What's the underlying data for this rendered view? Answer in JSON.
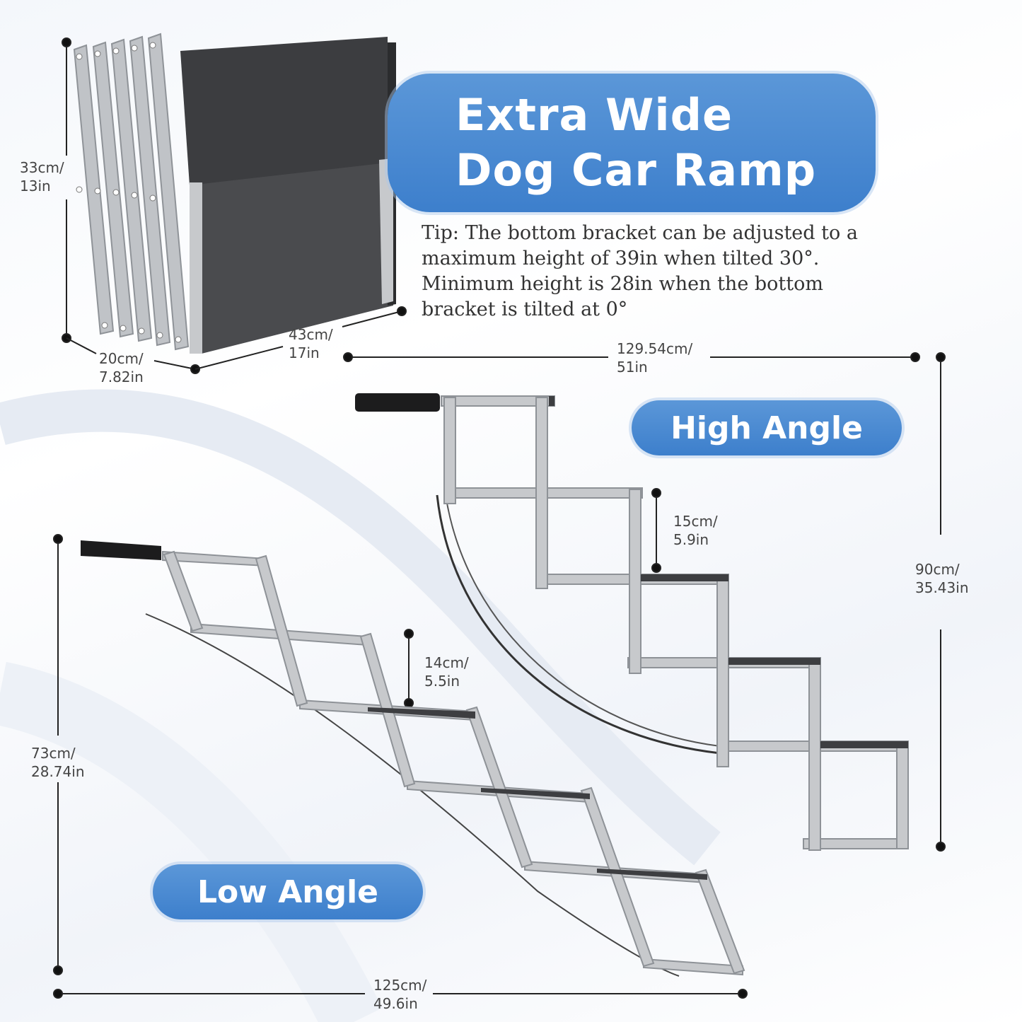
{
  "title": {
    "line1": "Extra Wide",
    "line2": "Dog Car Ramp"
  },
  "tip": {
    "line1": "Tip: The bottom bracket can be adjusted to a",
    "line2": "maximum height of 39in when tilted 30°.",
    "line3": "Minimum height is 28in when the bottom",
    "line4": "bracket is tilted at 0°"
  },
  "badges": {
    "high": "High Angle",
    "low": "Low Angle"
  },
  "folded_dims": {
    "height": {
      "cm": "33cm/",
      "in": "13in"
    },
    "depth": {
      "cm": "20cm/",
      "in": "7.82in"
    },
    "width": {
      "cm": "43cm/",
      "in": "17in"
    }
  },
  "high_dims": {
    "length": {
      "cm": "129.54cm/",
      "in": "51in"
    },
    "step": {
      "cm": "15cm/",
      "in": "5.9in"
    },
    "height": {
      "cm": "90cm/",
      "in": "35.43in"
    }
  },
  "low_dims": {
    "height": {
      "cm": "73cm/",
      "in": "28.74in"
    },
    "step": {
      "cm": "14cm/",
      "in": "5.5in"
    },
    "length": {
      "cm": "125cm/",
      "in": "49.6in"
    }
  },
  "colors": {
    "accent": "#3d7fcc",
    "frame": "#c7c9cc",
    "panel": "#4a4b4e",
    "dim_line": "#222222"
  }
}
